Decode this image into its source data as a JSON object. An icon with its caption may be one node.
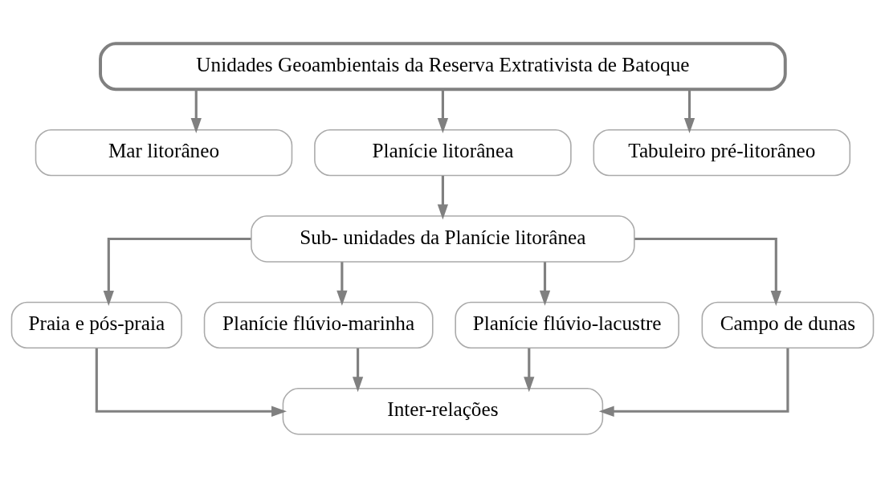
{
  "diagram": {
    "nodes": [
      {
        "text": [
          "Unidades Geoambientais da Reserva Extrativista de Batoque"
        ]
      },
      {
        "text": [
          "Mar litorâneo"
        ]
      },
      {
        "text": [
          "Planície litorânea"
        ]
      },
      {
        "text": [
          "Tabuleiro pré-litorâneo"
        ]
      },
      {
        "text": [
          "Sub- unidades da Planície litorânea"
        ]
      },
      {
        "text": [
          "Praia e pós-praia"
        ]
      },
      {
        "text": [
          "Planície flúvio-marinha"
        ]
      },
      {
        "text": [
          "Planície flúvio-lacustre"
        ]
      },
      {
        "text": [
          "Campo de dunas"
        ]
      },
      {
        "text": [
          "Inter-relações"
        ]
      }
    ],
    "edges": [
      {
        "from": 0,
        "to": 1,
        "arrow": "to"
      },
      {
        "from": 0,
        "to": 2,
        "arrow": "to"
      },
      {
        "from": 0,
        "to": 3,
        "arrow": "to"
      },
      {
        "from": 2,
        "to": 4,
        "arrow": "to"
      },
      {
        "from": 4,
        "to": 5,
        "arrow": "to"
      },
      {
        "from": 4,
        "to": 6,
        "arrow": "to"
      },
      {
        "from": 4,
        "to": 7,
        "arrow": "to"
      },
      {
        "from": 4,
        "to": 8,
        "arrow": "to"
      },
      {
        "from": 5,
        "to": 9,
        "arrow": "to"
      },
      {
        "from": 6,
        "to": 9,
        "arrow": "to"
      },
      {
        "from": 7,
        "to": 9,
        "arrow": "to"
      },
      {
        "from": 8,
        "to": 9,
        "arrow": "to"
      }
    ]
  }
}
